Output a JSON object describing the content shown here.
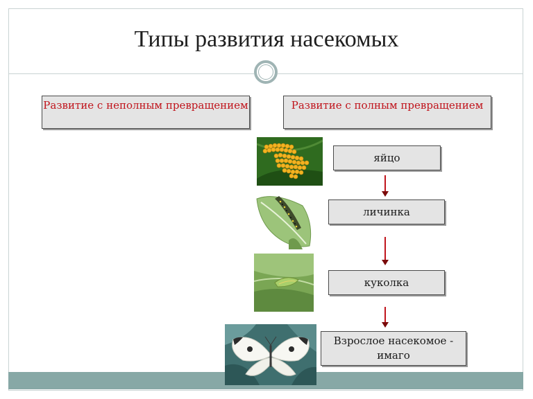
{
  "slide": {
    "title": "Типы развития насекомых"
  },
  "categories": {
    "incomplete": "Развитие с неполным превращением",
    "complete": "Развитие с полным превращением"
  },
  "stages": [
    {
      "label": "яйцо",
      "photo": "eggs-photo"
    },
    {
      "label": "личинка",
      "photo": "caterpillar-photo"
    },
    {
      "label": "куколка",
      "photo": "pupa-photo"
    },
    {
      "label": "Взрослое насекомое - имаго",
      "photo": "butterfly-photo"
    }
  ],
  "colors": {
    "heading_text": "#c0141c",
    "arrow": "#c0141c",
    "box_fill": "#e4e4e4",
    "accent_band": "#87a8a6"
  }
}
